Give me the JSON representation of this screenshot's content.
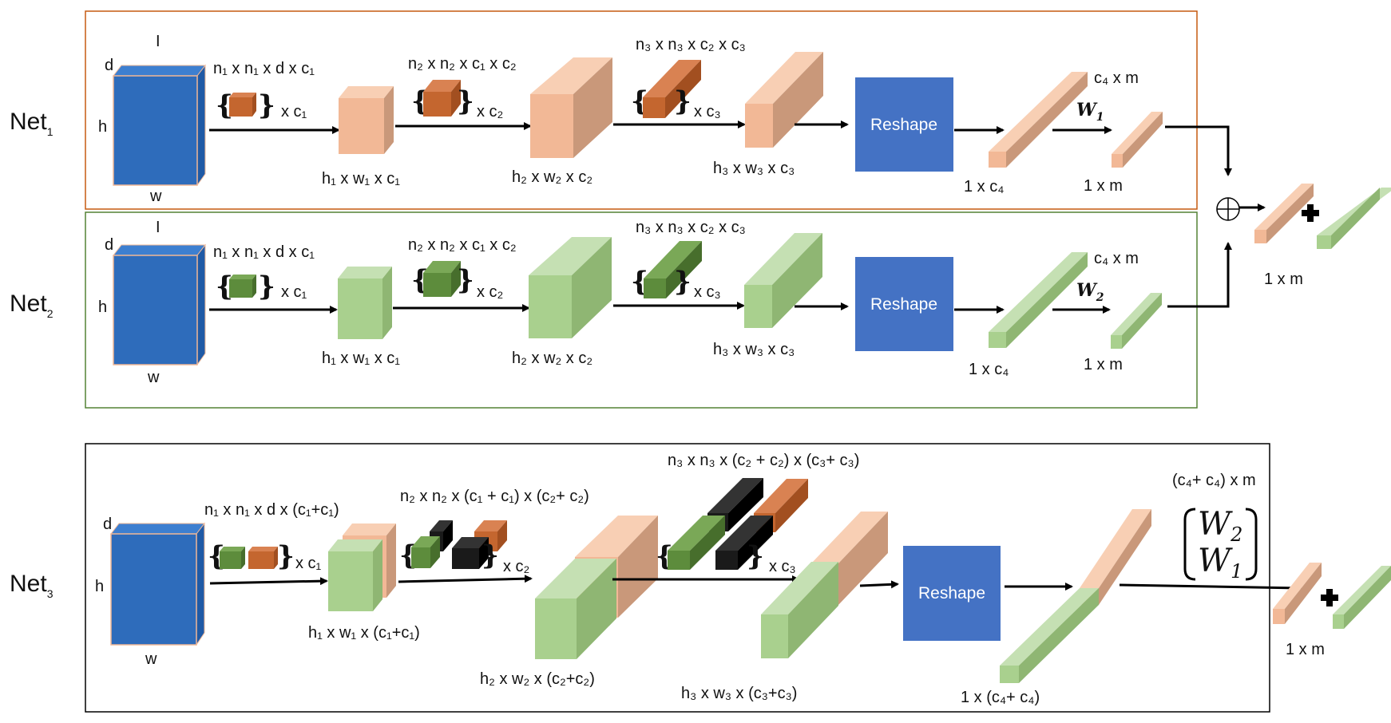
{
  "colors": {
    "input_blue": "#2e6cbb",
    "net1_peach": "#f2b896",
    "net1_kernel": "#c4662f",
    "net2_green": "#a9d08e",
    "net2_kernel": "#5d8c3c",
    "black_kernel": "#1a1a1a",
    "reshape_blue": "#4472c4",
    "net1_border": "#c55a11",
    "net2_border": "#548235",
    "net3_border": "#000000"
  },
  "net1": {
    "title": "Net",
    "title_sub": "1",
    "input": {
      "d": "d",
      "h": "h",
      "w": "w",
      "depth_symbol": "I"
    },
    "kernel1_label": "n₁ x n₁ x d x c₁",
    "multiplier1": "x c₁",
    "fmap1_label": "h₁ x w₁ x c₁",
    "kernel2_label": "n₂ x n₂ x c₁ x c₂",
    "multiplier2": "x c₂",
    "fmap2_label": "h₂ x w₂ x c₂",
    "kernel3_label": "n₃ x n₃ x c₂ x c₃",
    "multiplier3": "x c₃",
    "fmap3_label": "h₃ x w₃ x c₃",
    "reshape_label": "Reshape",
    "vector_label": "1 x c₄",
    "weight_dims": "c₄ x m",
    "weight_name": "W",
    "weight_sub": "1",
    "output_label": "1 x m"
  },
  "net2": {
    "title": "Net",
    "title_sub": "2",
    "input": {
      "d": "d",
      "h": "h",
      "w": "w",
      "depth_symbol": "I"
    },
    "kernel1_label": "n₁ x n₁ x d x c₁",
    "multiplier1": "x c₁",
    "fmap1_label": "h₁ x w₁ x c₁",
    "kernel2_label": "n₂ x n₂ x c₁ x c₂",
    "multiplier2": "x c₂",
    "fmap2_label": "h₂ x w₂ x c₂",
    "kernel3_label": "n₃ x n₃ x c₂ x c₃",
    "multiplier3": "x c₃",
    "fmap3_label": "h₃ x w₃ x c₃",
    "reshape_label": "Reshape",
    "vector_label": "1 x c₄",
    "weight_dims": "c₄ x m",
    "weight_name": "W",
    "weight_sub": "2",
    "output_label": "1 x m"
  },
  "combine": {
    "op_symbol": "⊕",
    "plus_symbol": "✚",
    "output_label": "1 x m"
  },
  "net3": {
    "title": "Net",
    "title_sub": "3",
    "input": {
      "d": "d",
      "h": "h",
      "w": "w"
    },
    "kernel1_label": "n₁ x n₁ x d x (c₁+c₁)",
    "multiplier1": "x c₁",
    "fmap1_label": "h₁ x w₁ x (c₁+c₁)",
    "kernel2_label": "n₂ x n₂ x (c₁ + c₁) x (c₂+ c₂)",
    "multiplier2": "x c₂",
    "fmap2_label": "h₂ x w₂ x (c₂+c₂)",
    "kernel3_label": "n₃ x n₃ x (c₂ + c₂) x (c₃+ c₃)",
    "multiplier3": "x c₃",
    "fmap3_label": "h₃ x w₃ x (c₃+c₃)",
    "reshape_label": "Reshape",
    "vector_label": "1 x (c₄+ c₄)",
    "weight_dims": "(c₄+ c₄) x m",
    "matrix_top": "W",
    "matrix_top_sub": "2",
    "matrix_bottom": "W",
    "matrix_bottom_sub": "1",
    "plus_symbol": "✚",
    "output_label": "1 x m"
  }
}
